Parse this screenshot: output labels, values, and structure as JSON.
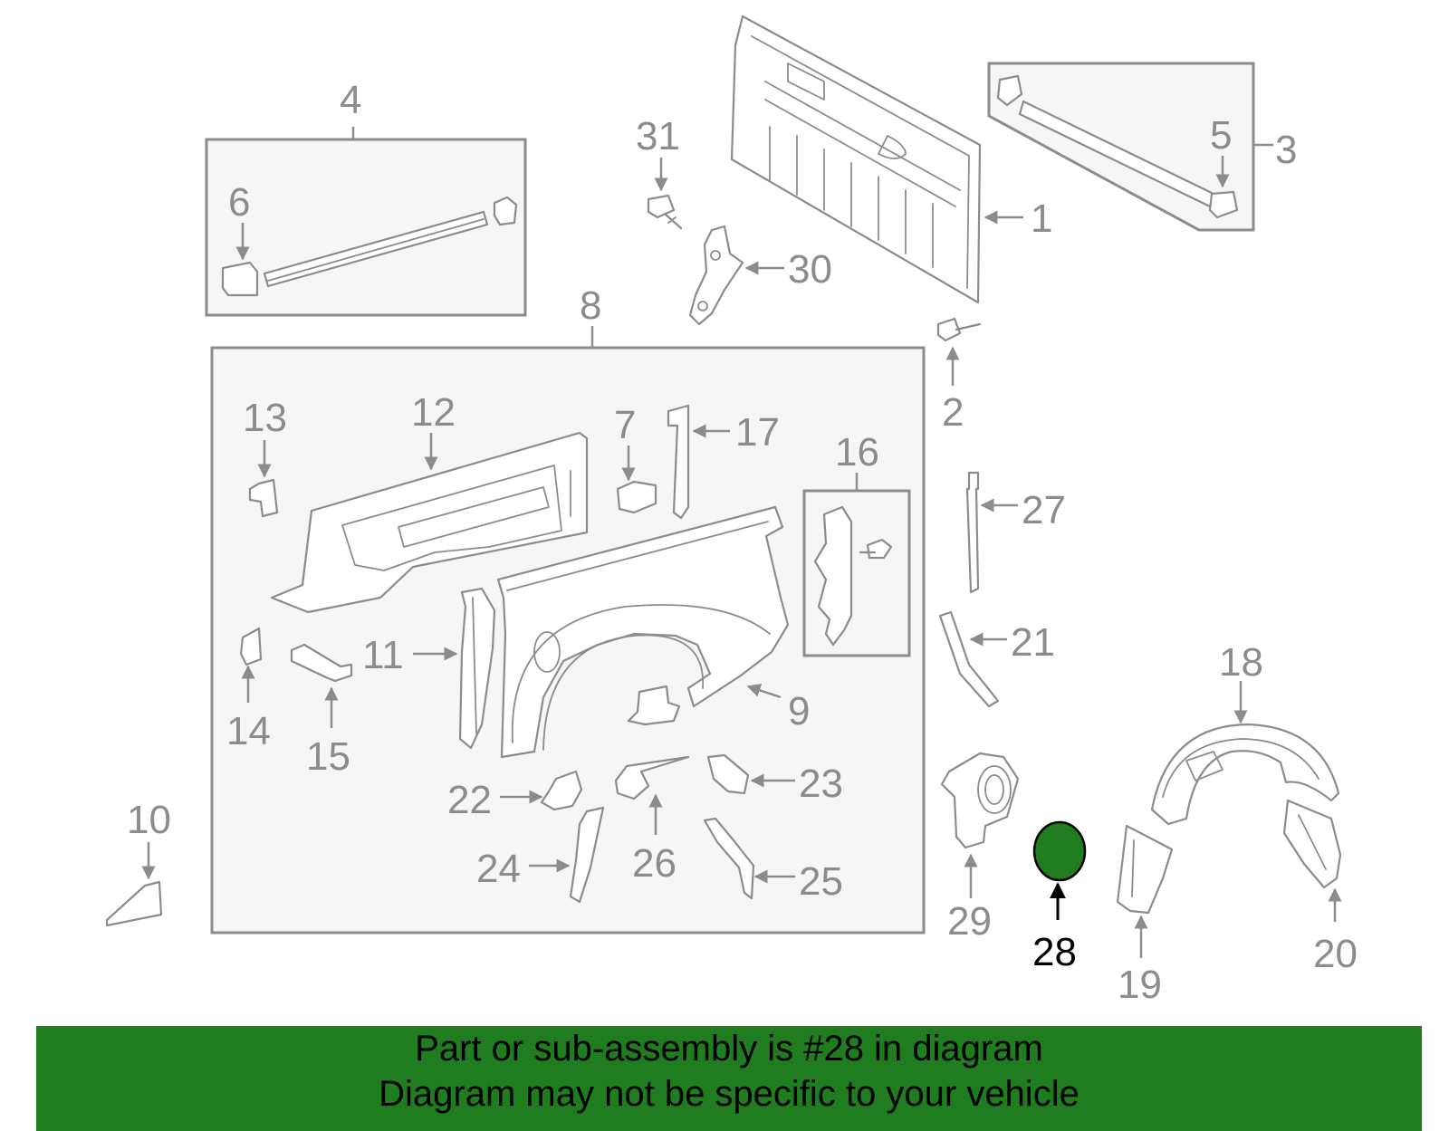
{
  "banner": {
    "line1": "Part or sub-assembly is #28 in diagram",
    "line2": "Diagram may not be specific to your vehicle",
    "color": "#1f7d1f"
  },
  "highlight": {
    "part_number": "28",
    "fill_color": "#1f7d1f"
  },
  "callouts": {
    "c1": "1",
    "c2": "2",
    "c3": "3",
    "c4": "4",
    "c5": "5",
    "c6": "6",
    "c7": "7",
    "c8": "8",
    "c9": "9",
    "c10": "10",
    "c11": "11",
    "c12": "12",
    "c13": "13",
    "c14": "14",
    "c15": "15",
    "c16": "16",
    "c17": "17",
    "c18": "18",
    "c19": "19",
    "c20": "20",
    "c21": "21",
    "c22": "22",
    "c23": "23",
    "c24": "24",
    "c25": "25",
    "c26": "26",
    "c27": "27",
    "c28": "28",
    "c29": "29",
    "c30": "30",
    "c31": "31"
  },
  "colors": {
    "line": "#8c8c8c",
    "panel": "#f6f6f6"
  }
}
